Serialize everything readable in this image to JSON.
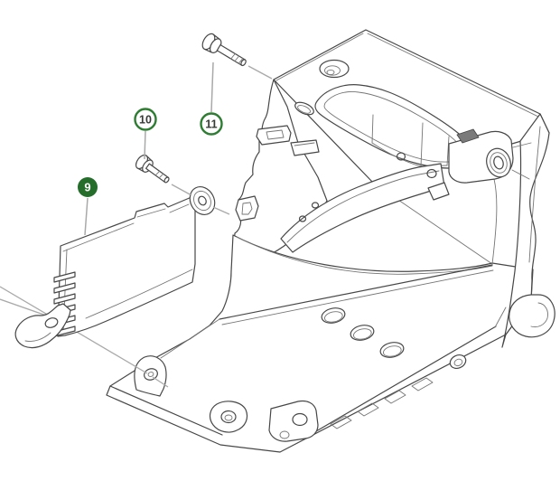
{
  "diagram": {
    "description": "exploded-parts-diagram",
    "background_color": "#ffffff",
    "callouts": [
      {
        "label": "9",
        "style": "filled"
      },
      {
        "label": "10",
        "style": "outline"
      },
      {
        "label": "11",
        "style": "outline"
      }
    ],
    "parts": [
      {
        "callout": "9",
        "icon": "cover-plate-part"
      },
      {
        "callout": "10",
        "icon": "short-screw-part"
      },
      {
        "callout": "11",
        "icon": "long-screw-part"
      },
      {
        "callout": "",
        "icon": "housing-assembly-part"
      }
    ],
    "colors": {
      "callout_filled_bg": "#256d2b",
      "callout_filled_text": "#ffffff",
      "callout_ring": "#2e7d33",
      "callout_text": "#363b37",
      "artwork_line": "#474747",
      "leader_line": "#a9a9a9"
    }
  }
}
